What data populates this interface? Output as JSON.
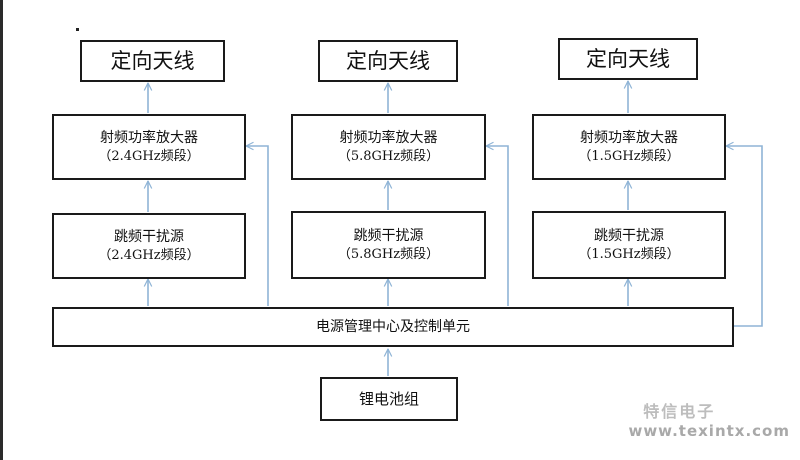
{
  "diagram": {
    "antenna_label": "定向天线",
    "amp_label": "射频功率放大器",
    "jam_label": "跳频干扰源",
    "bands": [
      "（2.4GHz频段）",
      "（5.8GHz频段）",
      "（1.5GHz频段）"
    ],
    "power_label": "电源管理中心及控制单元",
    "battery_label": "锂电池组",
    "arrow_color": "#8fb4d6"
  },
  "watermark": {
    "name": "特信电子",
    "url": "www.texintx.com"
  }
}
